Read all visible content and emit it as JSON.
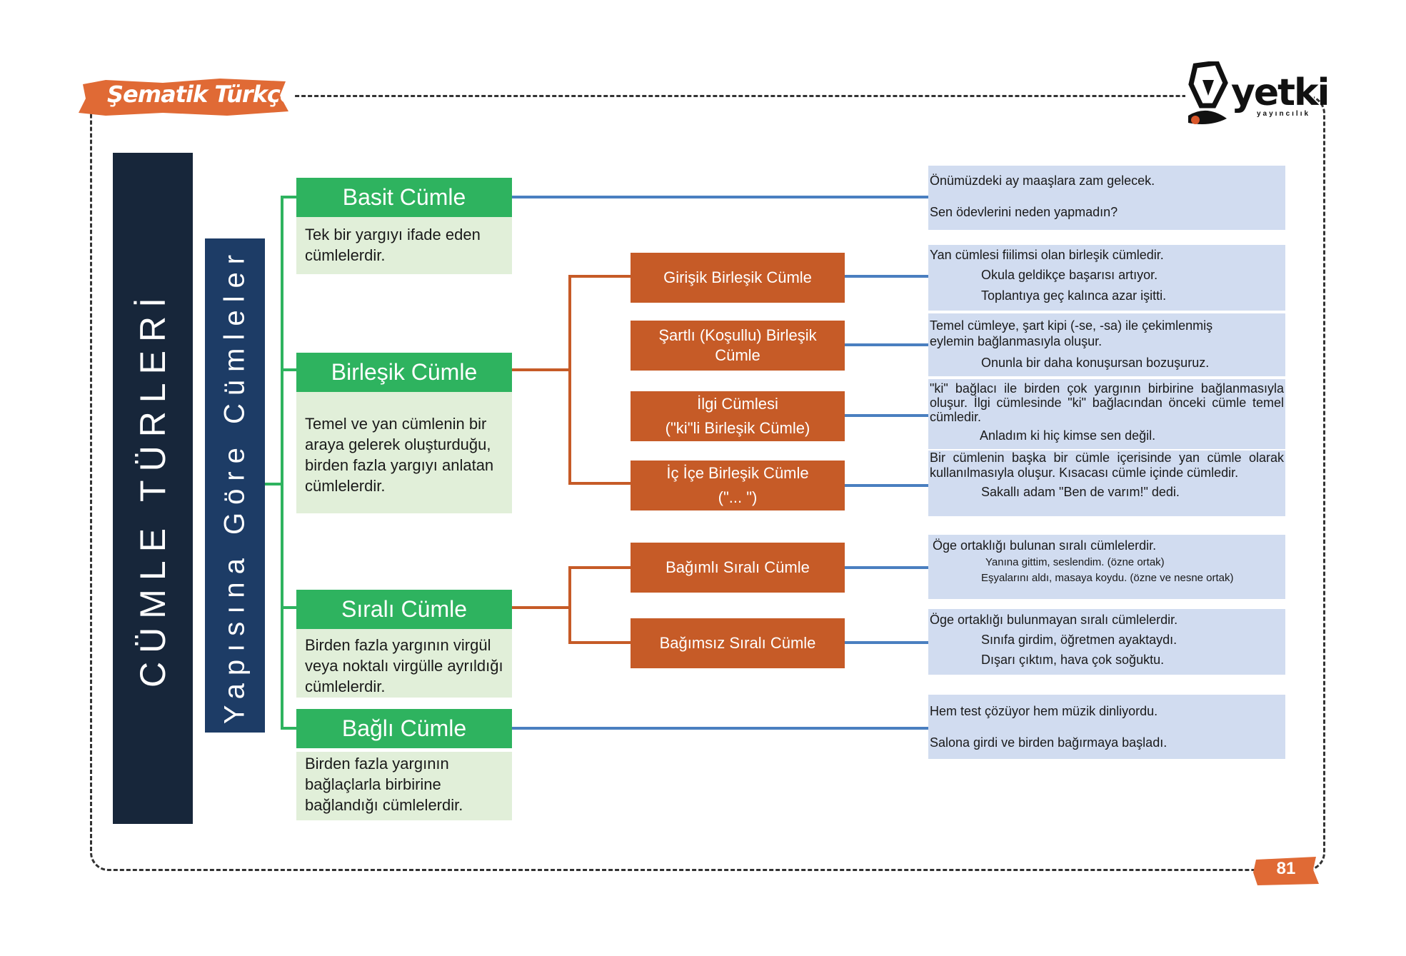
{
  "header": {
    "brand": "Şematik Türkçe",
    "logo_word": "yetki",
    "logo_sub": "yayıncılık"
  },
  "page_number": "81",
  "colors": {
    "navy": "#17263a",
    "blue_bar": "#1d3c66",
    "green": "#2eb35f",
    "light_green": "#e1efd9",
    "orange": "#c65b27",
    "light_blue": "#d1dcf0",
    "connector_blue": "#4a7fc0",
    "connector_green": "#2eb35f",
    "connector_orange": "#c65b27"
  },
  "diagram": {
    "root": "CÜMLE TÜRLERİ",
    "category": "Yapısına Göre Cümleler",
    "types": [
      {
        "title": "Basit Cümle",
        "description": "Tek bir yargıyı ifade eden cümlelerdir."
      },
      {
        "title": "Birleşik Cümle",
        "description": "Temel ve yan cümlenin bir araya gelerek oluşturduğu, birden fazla yargıyı anlatan cümlelerdir."
      },
      {
        "title": "Sıralı Cümle",
        "description": "Birden fazla yargının virgül veya noktalı virgülle ayrıldığı cümlelerdir."
      },
      {
        "title": "Bağlı Cümle",
        "description": "Birden fazla yargının bağlaçlarla birbirine bağlandığı cümlelerdir."
      }
    ],
    "subtypes": [
      {
        "line1": "Girişik Birleşik Cümle",
        "line2": ""
      },
      {
        "line1": "Şartlı (Koşullu) Birleşik",
        "line2": "Cümle"
      },
      {
        "line1": "İlgi Cümlesi",
        "line2": "(\"ki\"li Birleşik Cümle)"
      },
      {
        "line1": "İç İçe Birleşik Cümle",
        "line2": "(\"... \")"
      },
      {
        "line1": "Bağımlı Sıralı Cümle",
        "line2": ""
      },
      {
        "line1": "Bağımsız Sıralı Cümle",
        "line2": ""
      }
    ],
    "examples": {
      "basit": [
        "Önümüzdeki ay maaşlara zam gelecek.",
        "Sen ödevlerini neden yapmadın?"
      ],
      "girisik": {
        "definition": "Yan cümlesi fiilimsi olan birleşik cümledir.",
        "ex1": "Okula geldikçe başarısı artıyor.",
        "ex2": "Toplantıya geç kalınca azar işitti."
      },
      "sartli": {
        "definition": "Temel cümleye, şart kipi (-se, -sa) ile çekimlenmiş eylemin bağlanmasıyla oluşur.",
        "ex1": "Onunla bir daha konuşursan bozuşuruz."
      },
      "ilgi": {
        "definition": "\"ki\" bağlacı ile birden çok yargının birbirine bağlanmasıyla oluşur. İlgi cümlesinde \"ki\" bağlacından önceki cümle temel cümledir.",
        "ex1": "Anladım ki hiç kimse sen değil."
      },
      "icice": {
        "definition": "Bir cümlenin başka bir cümle içerisinde yan cümle olarak kullanılmasıyla oluşur. Kısacası cümle içinde cümledir.",
        "ex1": "Sakallı adam \"Ben de varım!\" dedi."
      },
      "bagimli": {
        "definition": "Öge ortaklığı bulunan sıralı cümlelerdir.",
        "ex1": "Yanına gittim, seslendim. (özne ortak)",
        "ex2": "Eşyalarını aldı, masaya koydu. (özne ve nesne ortak)"
      },
      "bagimsiz": {
        "definition": "Öge ortaklığı bulunmayan sıralı cümlelerdir.",
        "ex1": "Sınıfa girdim, öğretmen ayaktaydı.",
        "ex2": "Dışarı çıktım, hava çok soğuktu."
      },
      "bagli": [
        "Hem test çözüyor hem müzik dinliyordu.",
        "Salona girdi ve birden bağırmaya başladı."
      ]
    }
  }
}
